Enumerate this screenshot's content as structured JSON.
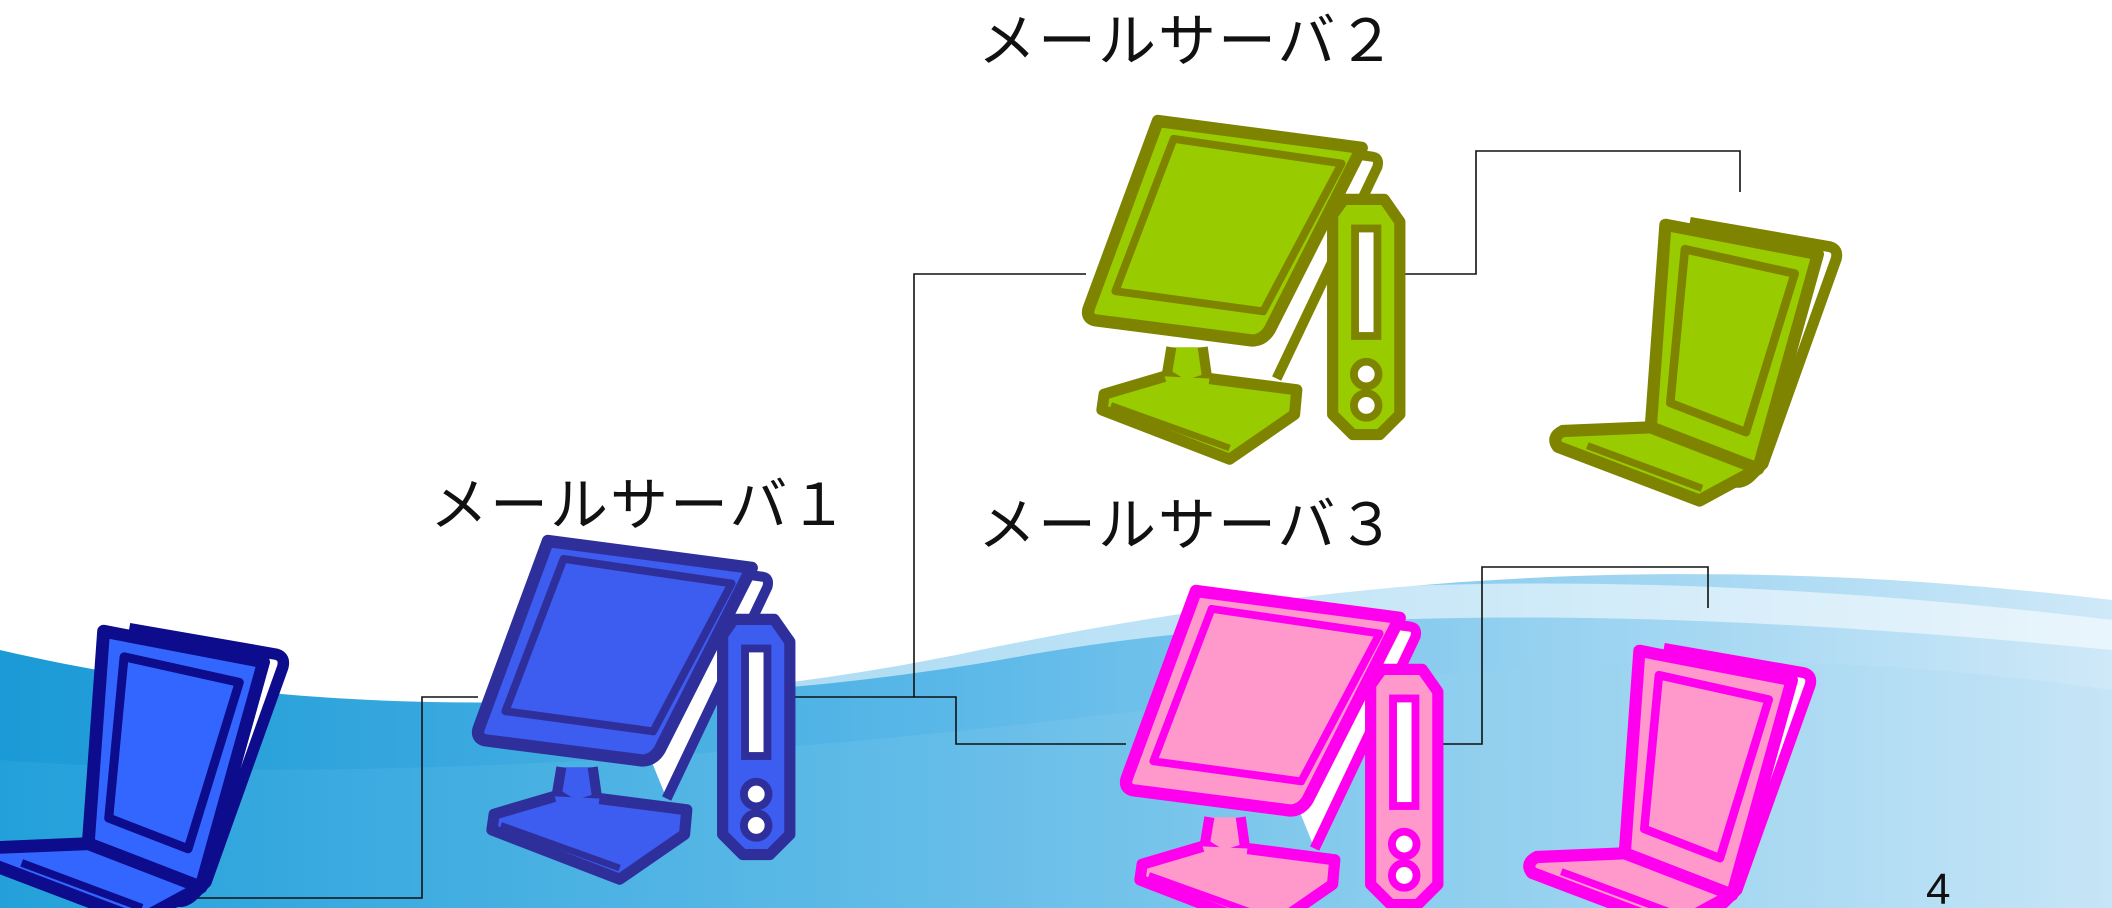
{
  "slide": {
    "page_number": "4",
    "labels": {
      "server1": "メールサーバ１",
      "server2": "メールサーバ２",
      "server3": "メールサーバ３"
    }
  },
  "colors": {
    "blue": {
      "outline": "#0c0c8c",
      "fill": "#3366ff"
    },
    "desktop_blue": {
      "outline": "#2f2f9c",
      "fill": "#3d5cf0"
    },
    "green": {
      "outline": "#7f8400",
      "fill": "#99cc00"
    },
    "pink": {
      "outline": "#ff00ee",
      "fill": "#ff99cc"
    },
    "line": "#111111"
  },
  "icons": [
    "laptop-icon",
    "desktop-computer-icon"
  ]
}
